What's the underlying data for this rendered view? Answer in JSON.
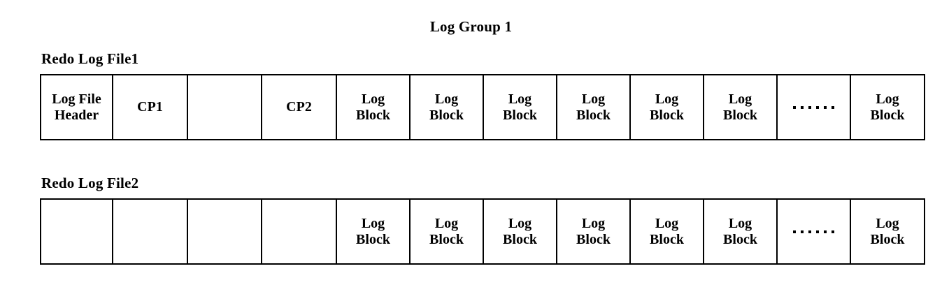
{
  "diagram": {
    "title": "Log Group 1",
    "ellipsis_text": "......",
    "sections": [
      {
        "label": "Redo Log File1",
        "cells": [
          {
            "line1": "Log File",
            "line2": "Header"
          },
          {
            "line1": "CP1",
            "line2": ""
          },
          {
            "line1": "",
            "line2": ""
          },
          {
            "line1": "CP2",
            "line2": ""
          },
          {
            "line1": "Log",
            "line2": "Block"
          },
          {
            "line1": "Log",
            "line2": "Block"
          },
          {
            "line1": "Log",
            "line2": "Block"
          },
          {
            "line1": "Log",
            "line2": "Block"
          },
          {
            "line1": "Log",
            "line2": "Block"
          },
          {
            "line1": "Log",
            "line2": "Block"
          },
          {
            "line1": "",
            "line2": ""
          },
          {
            "line1": "Log",
            "line2": "Block"
          }
        ]
      },
      {
        "label": "Redo Log File2",
        "cells": [
          {
            "line1": "",
            "line2": ""
          },
          {
            "line1": "",
            "line2": ""
          },
          {
            "line1": "",
            "line2": ""
          },
          {
            "line1": "",
            "line2": ""
          },
          {
            "line1": "Log",
            "line2": "Block"
          },
          {
            "line1": "Log",
            "line2": "Block"
          },
          {
            "line1": "Log",
            "line2": "Block"
          },
          {
            "line1": "Log",
            "line2": "Block"
          },
          {
            "line1": "Log",
            "line2": "Block"
          },
          {
            "line1": "Log",
            "line2": "Block"
          },
          {
            "line1": "",
            "line2": ""
          },
          {
            "line1": "Log",
            "line2": "Block"
          }
        ]
      }
    ],
    "colors": {
      "stroke": "#000000",
      "background": "#ffffff",
      "text": "#000000"
    }
  }
}
